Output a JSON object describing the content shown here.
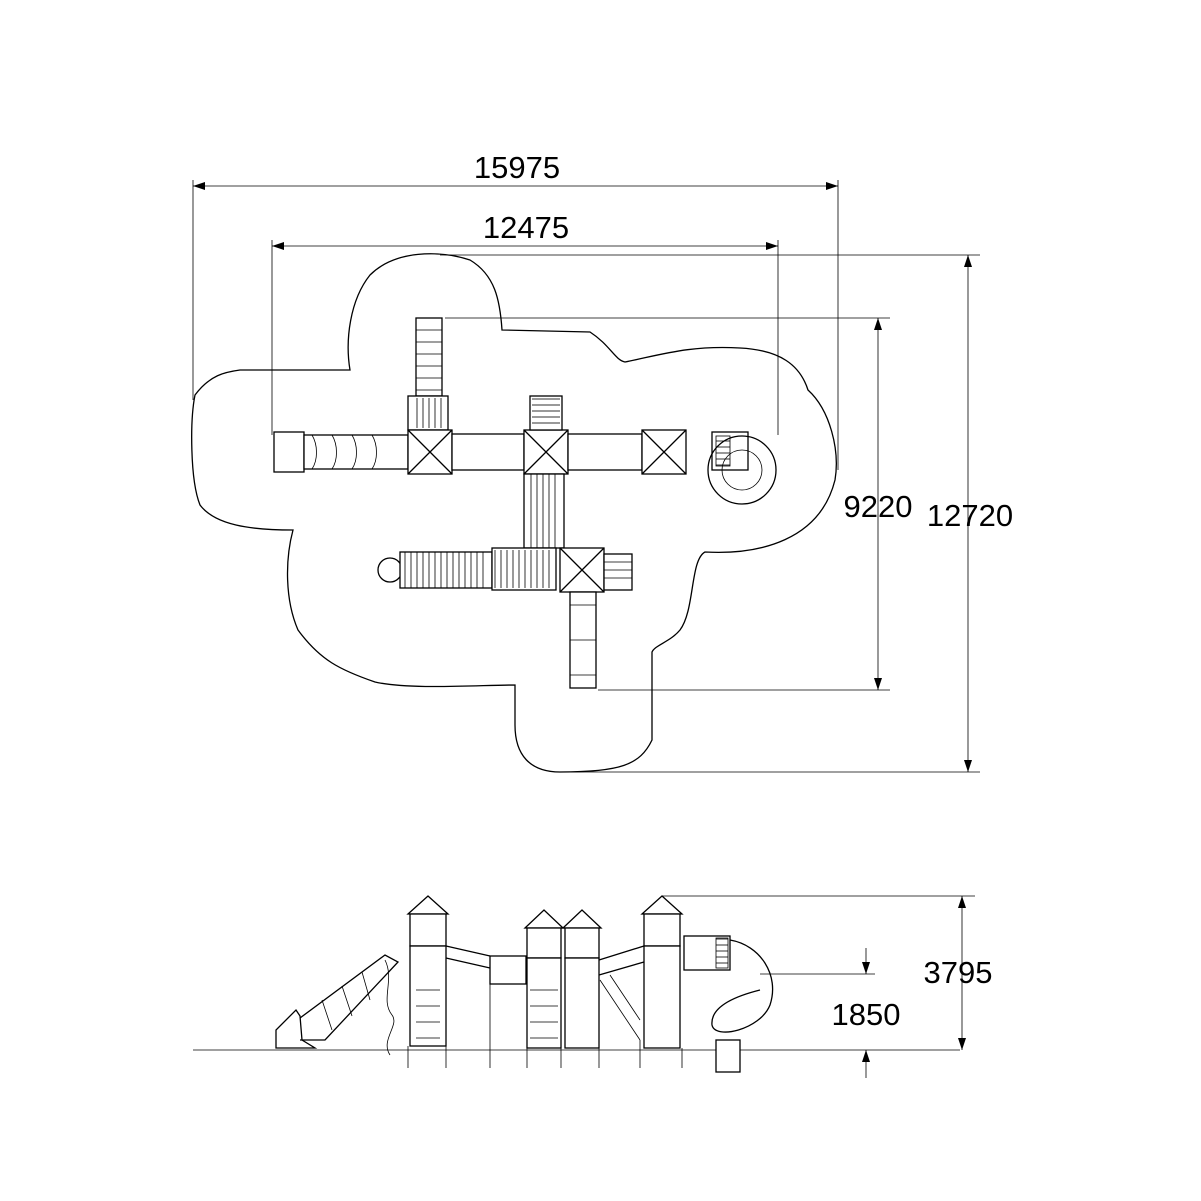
{
  "drawing": {
    "plan_view": {
      "overall_width": "15975",
      "inner_width": "12475",
      "inner_depth": "9220",
      "overall_depth": "12720"
    },
    "elevation_view": {
      "overall_height": "3795",
      "platform_height": "1850"
    }
  }
}
